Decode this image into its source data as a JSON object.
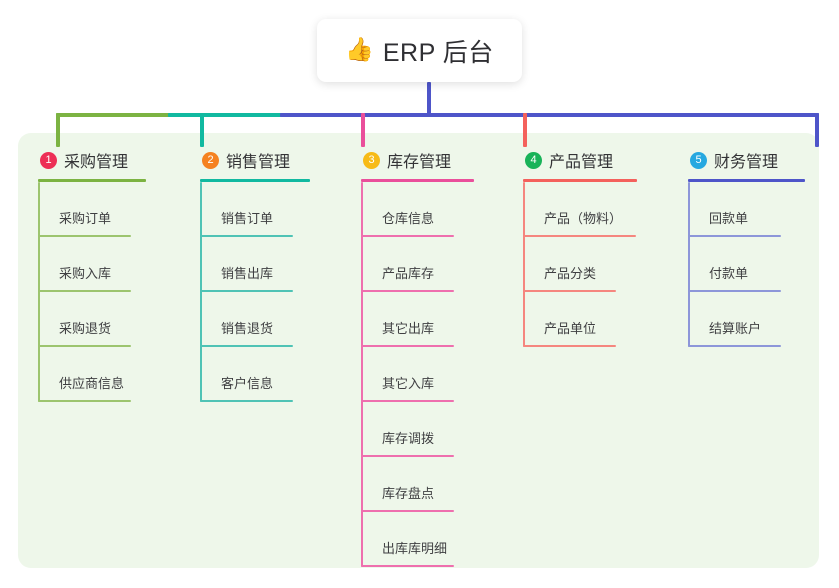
{
  "root": {
    "icon": "thumbs-up-icon",
    "emoji": "👍",
    "title": "ERP 后台"
  },
  "palette": {
    "panel_bg": "#eef7ea",
    "root_stem": "#4e55c9",
    "green": "#7cb342",
    "teal": "#11b9a0",
    "pink": "#ea4f9b",
    "salmon": "#f4615c",
    "blue": "#4e55c9"
  },
  "columns": [
    {
      "index": "1",
      "title": "采购管理",
      "badge_color": "#ed2f56",
      "rule_color": "#7cb342",
      "leaf_color": "#9cc46e",
      "rule_width": 108,
      "leaf_rule_width": 93,
      "items": [
        "采购订单",
        "采购入库",
        "采购退货",
        "供应商信息"
      ]
    },
    {
      "index": "2",
      "title": "销售管理",
      "badge_color": "#f58220",
      "rule_color": "#11b9a0",
      "leaf_color": "#4fc3b5",
      "rule_width": 110,
      "leaf_rule_width": 93,
      "items": [
        "销售订单",
        "销售出库",
        "销售退货",
        "客户信息"
      ]
    },
    {
      "index": "3",
      "title": "库存管理",
      "badge_color": "#f7bb17",
      "rule_color": "#ea4f9b",
      "leaf_color": "#ee6fae",
      "rule_width": 113,
      "leaf_rule_width": 93,
      "items": [
        "仓库信息",
        "产品库存",
        "其它出库",
        "其它入库",
        "库存调拨",
        "库存盘点",
        "出库库明细"
      ]
    },
    {
      "index": "4",
      "title": "产品管理",
      "badge_color": "#19b359",
      "rule_color": "#f4615c",
      "leaf_color": "#f5867f",
      "rule_width": 114,
      "leaf_rule_width": 93,
      "items": [
        "产品（物料）",
        "产品分类",
        "产品单位"
      ]
    },
    {
      "index": "5",
      "title": "财务管理",
      "badge_color": "#26a8e0",
      "rule_color": "#4e55c9",
      "leaf_color": "#8d96d9",
      "rule_width": 117,
      "leaf_rule_width": 93,
      "items": [
        "回款单",
        "付款单",
        "结算账户"
      ]
    }
  ]
}
